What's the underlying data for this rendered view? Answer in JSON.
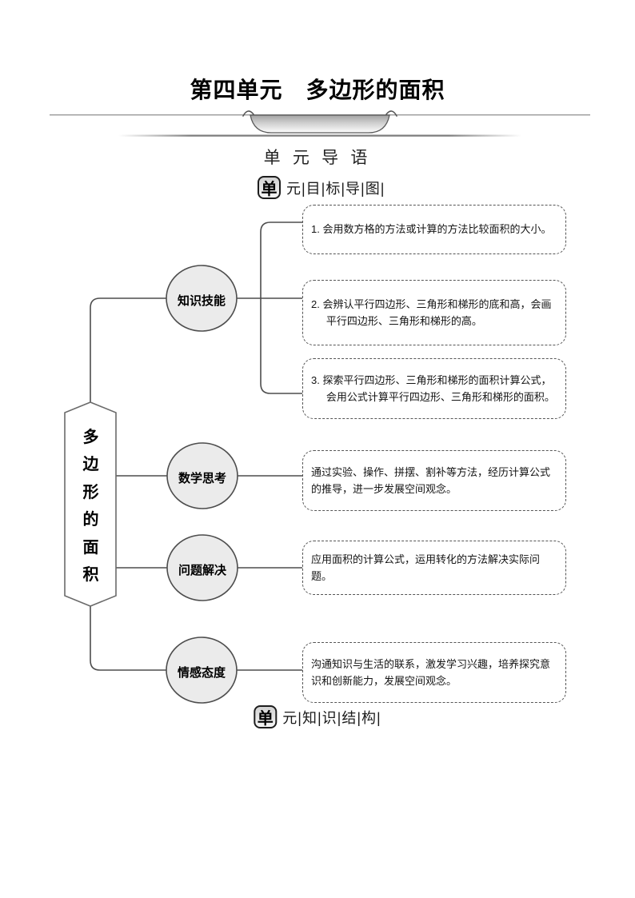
{
  "page": {
    "title": "第四单元　多边形的面积",
    "intro_heading": "单 元 导 语"
  },
  "sections": {
    "goal_map": {
      "badge": "单",
      "label": "元|目|标|导|图|"
    },
    "knowledge_structure": {
      "badge": "单",
      "label": "元|知|识|结|构|"
    }
  },
  "mindmap": {
    "root": {
      "label": "多边形的面积",
      "chars": [
        "多",
        "边",
        "形",
        "的",
        "面",
        "积"
      ]
    },
    "branches": [
      {
        "label": "知识技能",
        "items": [
          "1. 会用数方格的方法或计算的方法比较面积的大小。",
          "2. 会辨认平行四边形、三角形和梯形的底和高，会画\n平行四边形、三角形和梯形的高。",
          "3. 探索平行四边形、三角形和梯形的面积计算公式，\n会用公式计算平行四边形、三角形和梯形的面积。"
        ]
      },
      {
        "label": "数学思考",
        "items": [
          "通过实验、操作、拼摆、割补等方法，经历计算公式\n的推导，进一步发展空间观念。"
        ]
      },
      {
        "label": "问题解决",
        "items": [
          "应用面积的计算公式，运用转化的方法解决实际问题。"
        ]
      },
      {
        "label": "情感态度",
        "items": [
          "沟通知识与生活的联系，激发学习兴趣，培养探究意\n识和创新能力，发展空间观念。"
        ]
      }
    ]
  },
  "colors": {
    "node_fill": "#ebebeb",
    "node_stroke": "#4d4d4d",
    "connector": "#4d4d4d",
    "box_border": "#555555",
    "badge_border": "#1d1d1d",
    "text": "#111111"
  }
}
